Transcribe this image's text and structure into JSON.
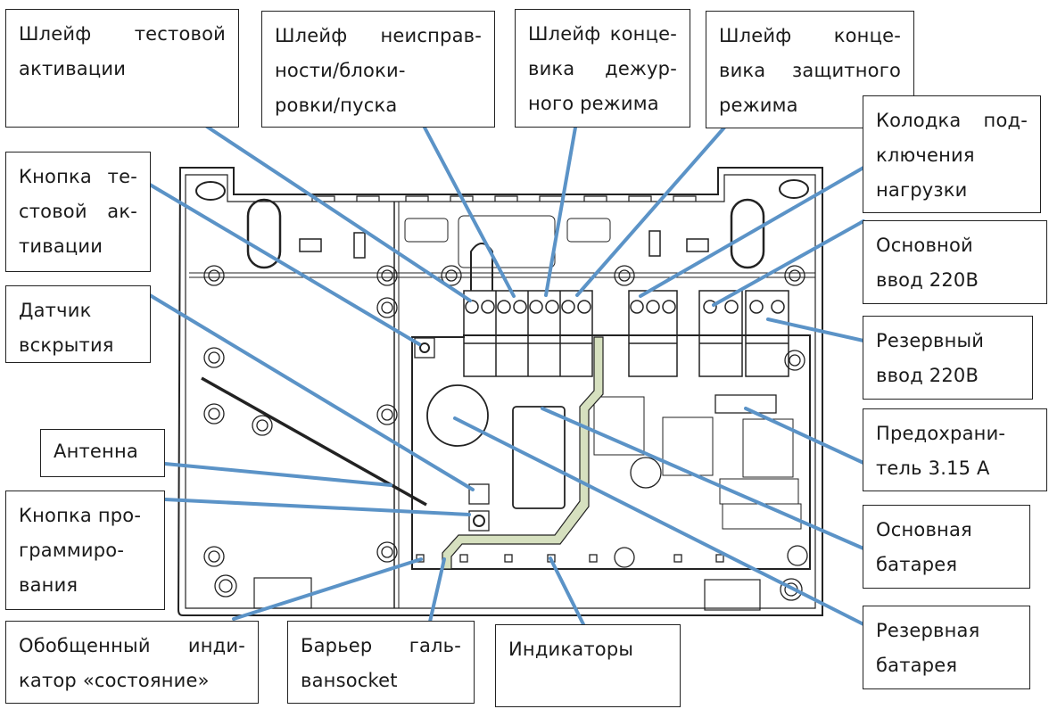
{
  "diagram": {
    "subject": "Enclosure with circuit board — component callouts",
    "line_color": "#5b93c7",
    "barrier_color": "#d6e0bf",
    "callouts": [
      {
        "id": "test-activation-loop",
        "lines": [
          "Шлейф тестовой",
          "активации"
        ]
      },
      {
        "id": "fault-block-start-loop",
        "lines": [
          "Шлейф неисправ-",
          "ности/блоки-",
          "ровки/пуска"
        ]
      },
      {
        "id": "standby-limit-switch-loop",
        "lines": [
          "Шлейф конце-",
          "вика дежур-",
          "ного режима"
        ]
      },
      {
        "id": "protective-limit-switch-loop",
        "lines": [
          "Шлейф конце-",
          "вика защитного",
          "режима"
        ]
      },
      {
        "id": "load-terminal-block",
        "lines": [
          "Колодка под-",
          "ключения",
          "нагрузки"
        ]
      },
      {
        "id": "main-input-220v",
        "lines": [
          "Основной",
          "ввод 220В"
        ]
      },
      {
        "id": "backup-input-220v",
        "lines": [
          "Резервный",
          "ввод 220В"
        ]
      },
      {
        "id": "fuse",
        "lines": [
          "Предохрани-",
          "тель 3.15 А"
        ]
      },
      {
        "id": "main-battery",
        "lines": [
          "Основная",
          "батарея"
        ]
      },
      {
        "id": "backup-battery",
        "lines": [
          "Резервная",
          "батарея"
        ]
      },
      {
        "id": "test-activation-button",
        "lines": [
          "Кнопка те-",
          "стовой ак-",
          "тивации"
        ]
      },
      {
        "id": "tamper-sensor",
        "lines": [
          "Датчик",
          "вскрытия"
        ]
      },
      {
        "id": "antenna",
        "lines": [
          "Антенна"
        ]
      },
      {
        "id": "programming-button",
        "lines": [
          "Кнопка про-",
          "граммиро-",
          "вания"
        ]
      },
      {
        "id": "status-indicator",
        "lines": [
          "Обобщенный инди-",
          "катор «состояние»"
        ]
      },
      {
        "id": "galvanic-isolation-barrier",
        "lines": [
          "Барьер галь-",
          "ванsocket"
        ]
      },
      {
        "id": "indicators",
        "lines": [
          "Индикаторы"
        ]
      }
    ]
  }
}
